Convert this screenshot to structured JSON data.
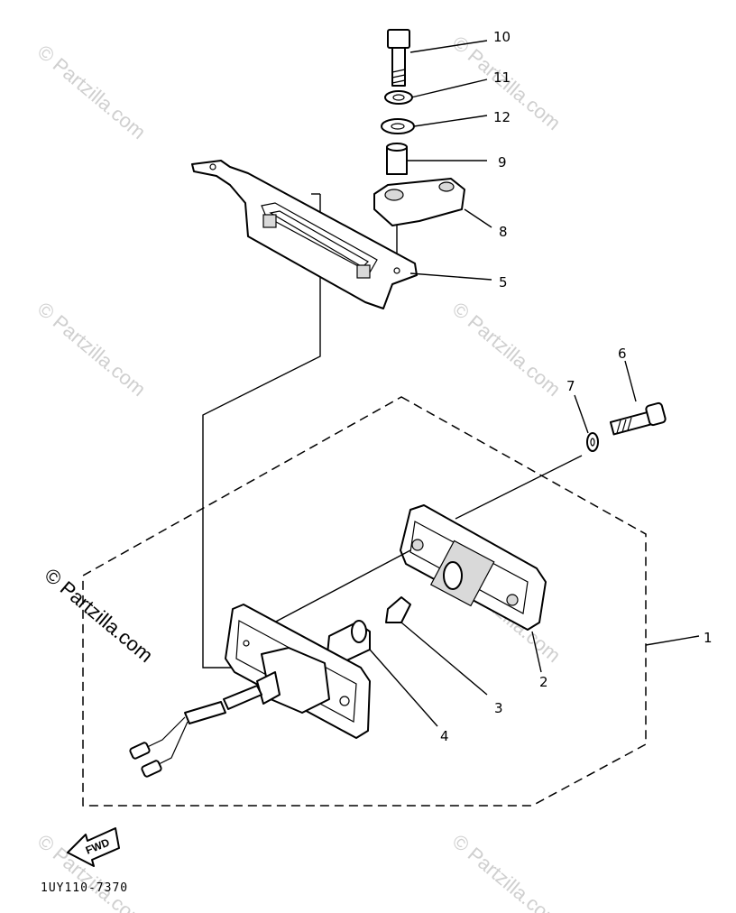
{
  "part_labels": [
    {
      "id": "10",
      "text": "10"
    },
    {
      "id": "11",
      "text": "11"
    },
    {
      "id": "12",
      "text": "12"
    },
    {
      "id": "9",
      "text": "9"
    },
    {
      "id": "8",
      "text": "8"
    },
    {
      "id": "5",
      "text": "5"
    },
    {
      "id": "6",
      "text": "6"
    },
    {
      "id": "7",
      "text": "7"
    },
    {
      "id": "1",
      "text": "1"
    },
    {
      "id": "2",
      "text": "2"
    },
    {
      "id": "3",
      "text": "3"
    },
    {
      "id": "4",
      "text": "4"
    }
  ],
  "fwd_label": "FWD",
  "diagram_code": "1UY110-7370",
  "watermark": "© Partzilla.com"
}
